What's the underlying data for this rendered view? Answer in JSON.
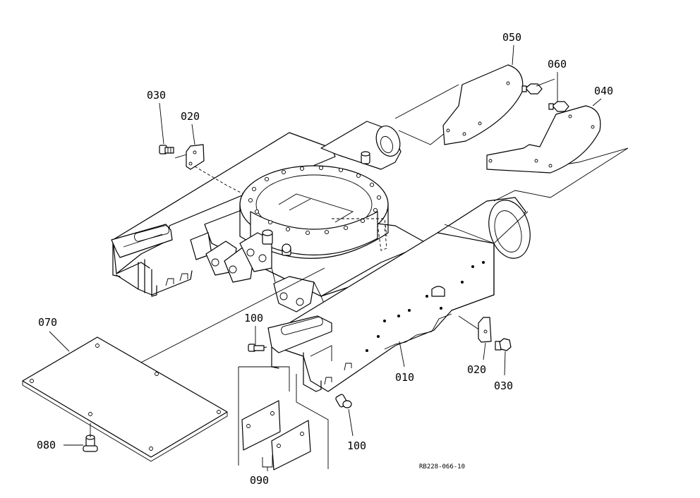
{
  "parts": [
    {
      "id": "p010",
      "label": "010"
    },
    {
      "id": "p020a",
      "label": "020"
    },
    {
      "id": "p020b",
      "label": "020"
    },
    {
      "id": "p030a",
      "label": "030"
    },
    {
      "id": "p030b",
      "label": "030"
    },
    {
      "id": "p040",
      "label": "040"
    },
    {
      "id": "p050",
      "label": "050"
    },
    {
      "id": "p060",
      "label": "060"
    },
    {
      "id": "p070",
      "label": "070"
    },
    {
      "id": "p080",
      "label": "080"
    },
    {
      "id": "p090",
      "label": "090"
    },
    {
      "id": "p100a",
      "label": "100"
    },
    {
      "id": "p100b",
      "label": "100"
    }
  ],
  "drawing_code": "RB228-066-10"
}
